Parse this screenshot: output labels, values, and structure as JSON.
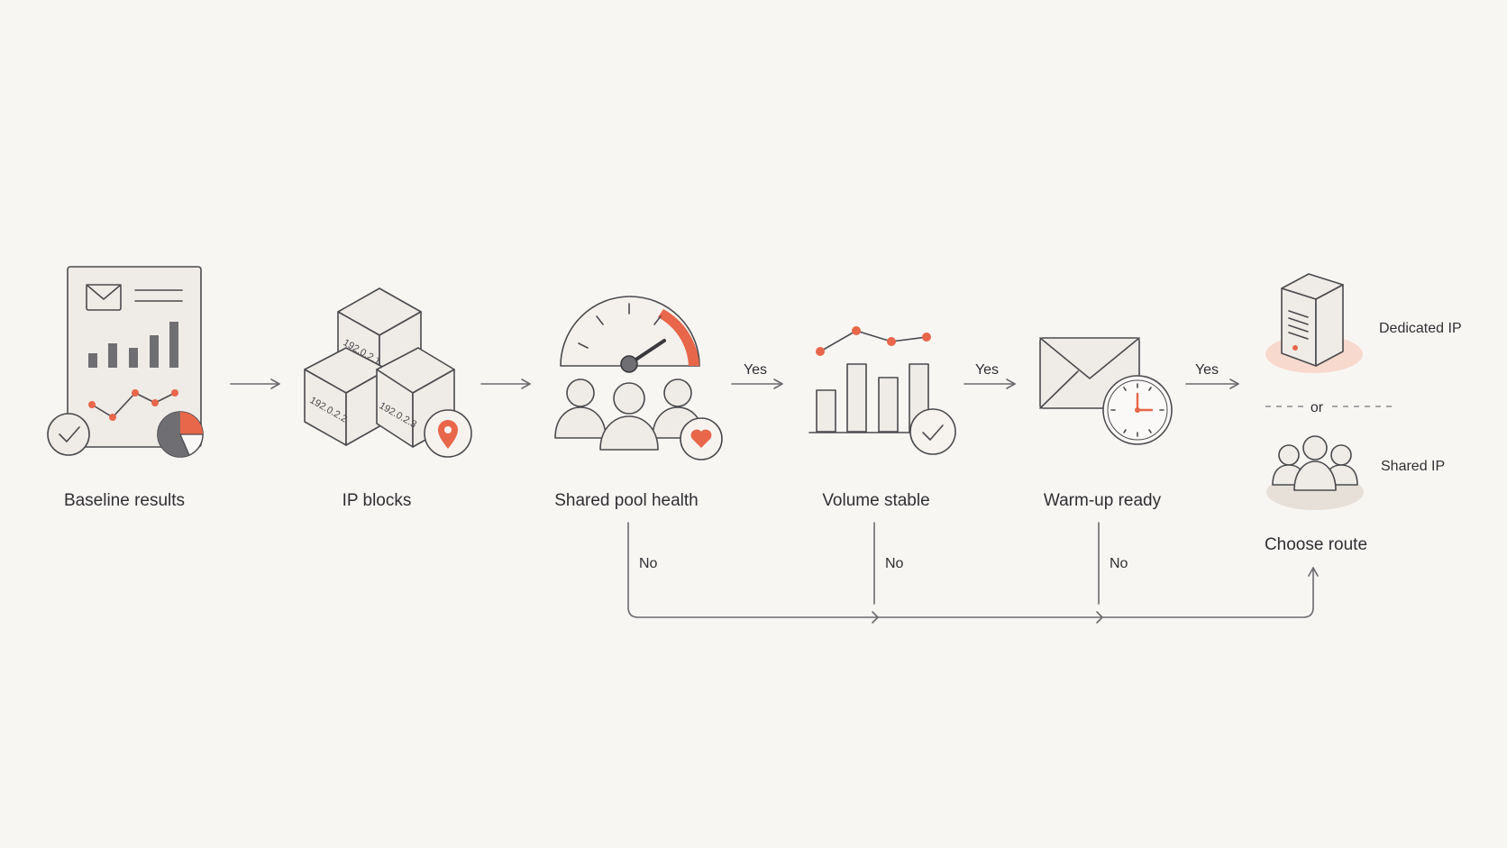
{
  "steps": [
    {
      "label": "Baseline results",
      "icon": "report-chart-icon"
    },
    {
      "label": "IP blocks",
      "icon": "cubes-icon"
    },
    {
      "label": "Shared pool health",
      "icon": "gauge-people-icon"
    },
    {
      "label": "Volume stable",
      "icon": "bar-chart-check-icon"
    },
    {
      "label": "Warm-up ready",
      "icon": "envelope-clock-icon"
    }
  ],
  "ip_blocks": [
    "192.0.2.1",
    "192.0.2.2",
    "192.0.2.3"
  ],
  "edges": {
    "yes": "Yes",
    "no": "No"
  },
  "route": {
    "label": "Choose route",
    "options": [
      "Dedicated IP",
      "Shared IP"
    ],
    "separator": "or"
  },
  "colors": {
    "background": "#f8f6f3",
    "accent": "#e8664a",
    "ink": "#4a4a4e",
    "fill": "#efebe6"
  }
}
